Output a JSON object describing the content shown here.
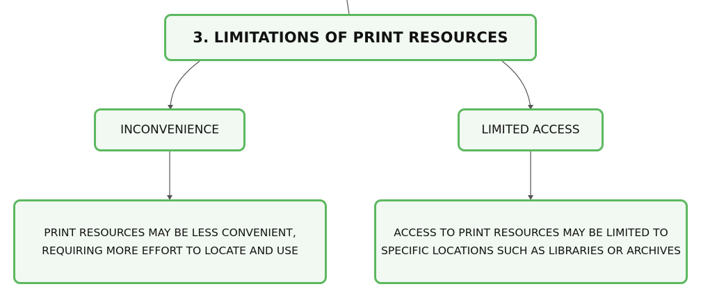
{
  "root": {
    "label": "3. LIMITATIONS OF PRINT RESOURCES"
  },
  "branches": [
    {
      "label": "INCONVENIENCE",
      "detail": "PRINT RESOURCES MAY BE LESS CONVENIENT, REQUIRING MORE EFFORT TO LOCATE AND USE"
    },
    {
      "label": "LIMITED ACCESS",
      "detail": "ACCESS TO PRINT RESOURCES MAY BE LIMITED TO SPECIFIC LOCATIONS SUCH AS LIBRARIES OR ARCHIVES"
    }
  ],
  "colors": {
    "node_border": "#5cb85f",
    "node_fill": "#f1f9f2",
    "edge": "#555555"
  }
}
